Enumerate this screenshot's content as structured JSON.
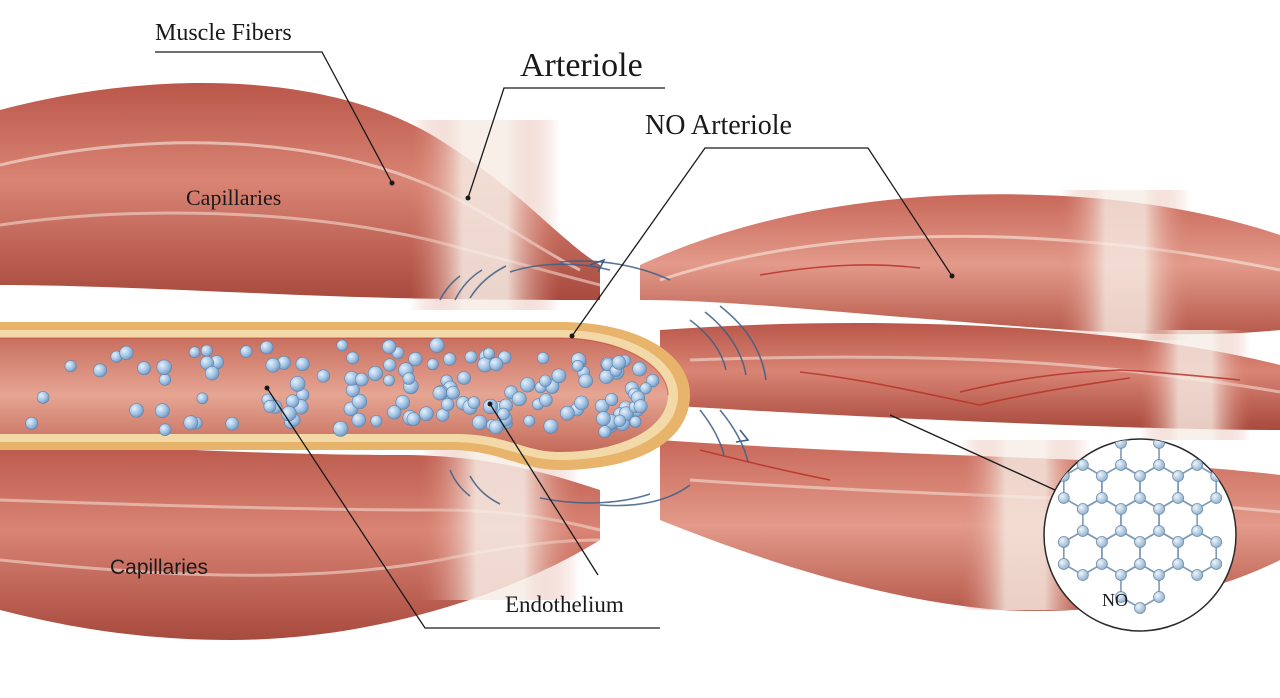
{
  "labels": {
    "muscle_fibers": "Muscle Fibers",
    "arteriole": "Arteriole",
    "no_arteriole": "NO Arteriole",
    "capillaries_top": "Capillaries",
    "capillaries_bottom": "Capillaries",
    "endothelium": "Endothelium",
    "no_molecule": "NO"
  },
  "colors": {
    "muscle": "#c96a5c",
    "muscle_dark": "#a84a3e",
    "tendon": "#f3e6dc",
    "vessel_wall": "#e8b36a",
    "lumen": "#d98a78",
    "cell": "#a9c8e8",
    "wave": "#3d5f86"
  }
}
